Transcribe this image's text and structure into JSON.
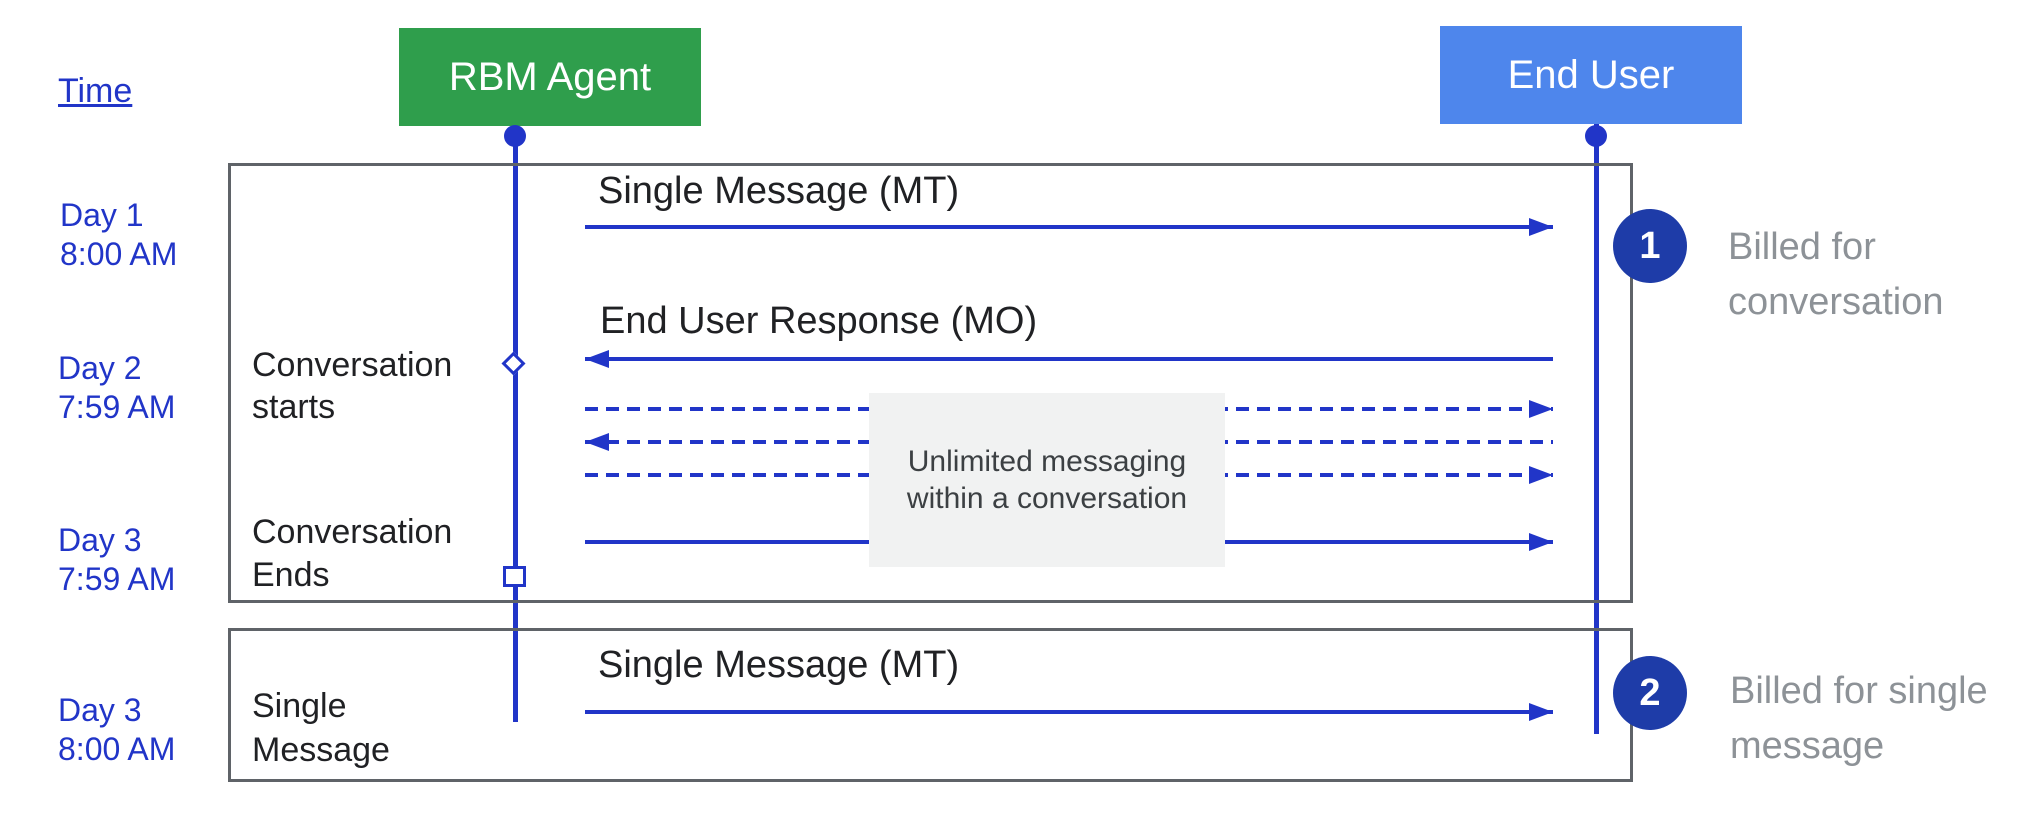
{
  "time_label": "Time",
  "actors": {
    "agent": {
      "label": "RBM Agent",
      "color": "#2f9e4c"
    },
    "end_user": {
      "label": "End User",
      "color": "#4e86ec"
    }
  },
  "timeline": {
    "rows": [
      {
        "day": "Day 1",
        "time": "8:00 AM"
      },
      {
        "day": "Day 2",
        "time": "7:59 AM"
      },
      {
        "day": "Day 3",
        "time": "7:59 AM"
      },
      {
        "day": "Day 3",
        "time": "8:00 AM"
      }
    ]
  },
  "conversation_frame": {
    "starts_label": "Conversation starts",
    "ends_label": "Conversation Ends",
    "mt_message_label": "Single Message (MT)",
    "mo_message_label": "End User Response (MO)",
    "unlimited_note": "Unlimited messaging within a conversation"
  },
  "single_message_frame": {
    "row_label": "Single Message",
    "mt_message_label": "Single Message (MT)"
  },
  "billing": [
    {
      "number": "1",
      "label": "Billed for conversation"
    },
    {
      "number": "2",
      "label": "Billed for single message"
    }
  ],
  "colors": {
    "line_blue": "#2135c8",
    "badge_blue": "#1e3ca8",
    "agent_green": "#2f9e4c",
    "end_user_blue": "#4e86ec",
    "frame_border_gray": "#5f6368",
    "note_background": "#f1f2f2",
    "billing_text_gray": "#8d9297"
  }
}
